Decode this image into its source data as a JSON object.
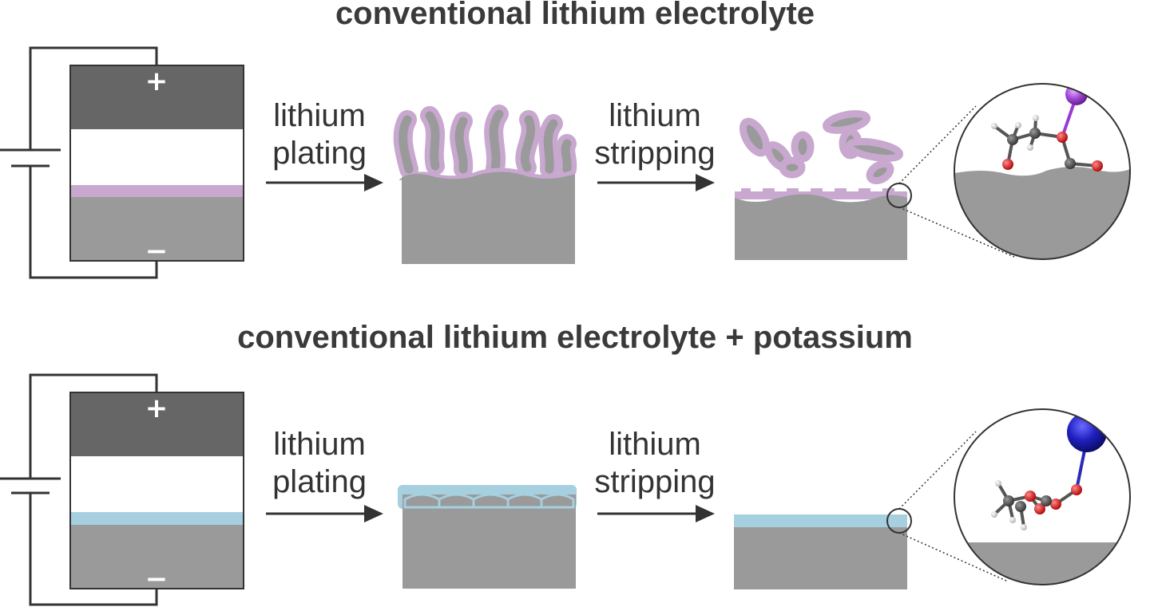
{
  "colors": {
    "electrode_dark": "#666666",
    "lithium_gray": "#9a9a9b",
    "sei_purple": "#c8a8cf",
    "sei_blue": "#a6cfe0",
    "wire": "#333333",
    "potassium": "#2a2ab8",
    "lithium_atom": "#a64fd6",
    "oxygen": "#e02020",
    "carbon": "#505050"
  },
  "panels": [
    {
      "title": "conventional lithium electrolyte",
      "plus": "+",
      "minus": "−",
      "step1_line1": "lithium",
      "step1_line2": "plating",
      "step2_line1": "lithium",
      "step2_line2": "stripping"
    },
    {
      "title": "conventional lithium electrolyte + potassium",
      "plus": "+",
      "minus": "−",
      "step1_line1": "lithium",
      "step1_line2": "plating",
      "step2_line1": "lithium",
      "step2_line2": "stripping"
    }
  ]
}
